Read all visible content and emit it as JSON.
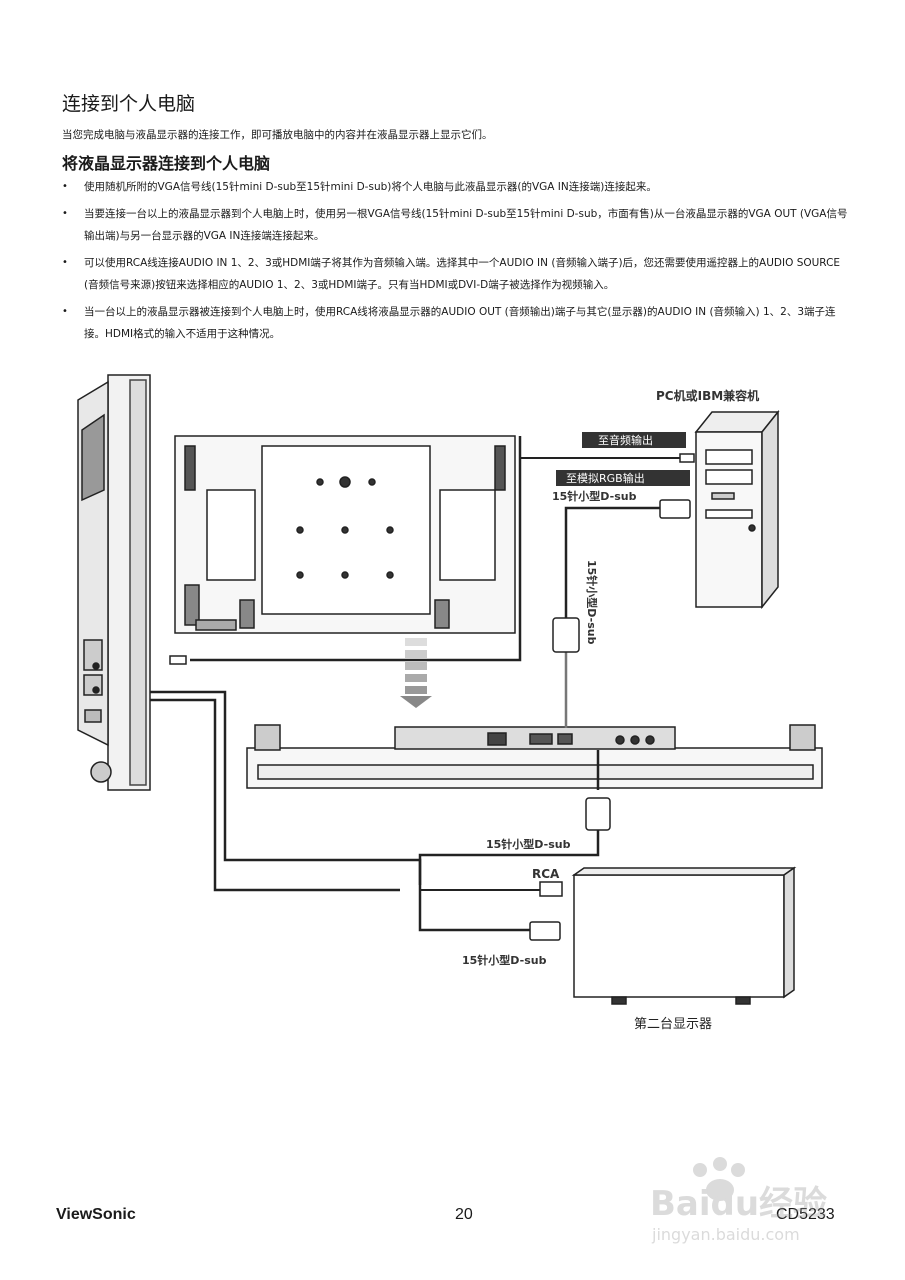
{
  "heading": {
    "title": "连接到个人电脑",
    "intro": "当您完成电脑与液晶显示器的连接工作，即可播放电脑中的内容并在液晶显示器上显示它们。",
    "subtitle": "将液晶显示器连接到个人电脑"
  },
  "bullets": [
    "使用随机所附的VGA信号线(15针mini D-sub至15针mini D-sub)将个人电脑与此液晶显示器(的VGA IN连接端)连接起来。",
    "当要连接一台以上的液晶显示器到个人电脑上时，使用另一根VGA信号线(15针mini D-sub至15针mini D-sub，市面有售)从一台液晶显示器的VGA OUT (VGA信号输出端)与另一台显示器的VGA IN连接端连接起来。",
    "可以使用RCA线连接AUDIO IN 1、2、3或HDMI端子将其作为音频输入端。选择其中一个AUDIO IN (音频输入端子)后，您还需要使用遥控器上的AUDIO SOURCE (音频信号来源)按钮来选择相应的AUDIO 1、2、3或HDMI端子。只有当HDMI或DVI-D端子被选择作为视频输入。",
    "当一台以上的液晶显示器被连接到个人电脑上时，使用RCA线将液晶显示器的AUDIO OUT (音频输出)端子与其它(显示器)的AUDIO IN (音频输入) 1、2、3端子连接。HDMI格式的输入不适用于这种情况。"
  ],
  "diagram": {
    "pc_label": "PC机或IBM兼容机",
    "audio_out_label": "至音频输出",
    "rgb_out_label": "至模拟RGB输出",
    "dsub_label_top": "15针小型D-sub",
    "dsub_label_vertical": "15针小型D-sub",
    "dsub_label_mid": "15针小型D-sub",
    "rca_label": "RCA",
    "dsub_label_bottom": "15针小型D-sub",
    "second_display_label": "第二台显示器"
  },
  "footer": {
    "brand": "ViewSonic",
    "page": "20",
    "model": "CD5233"
  },
  "watermark": {
    "logo_text": "Baidu经验",
    "url": "jingyan.baidu.com"
  }
}
